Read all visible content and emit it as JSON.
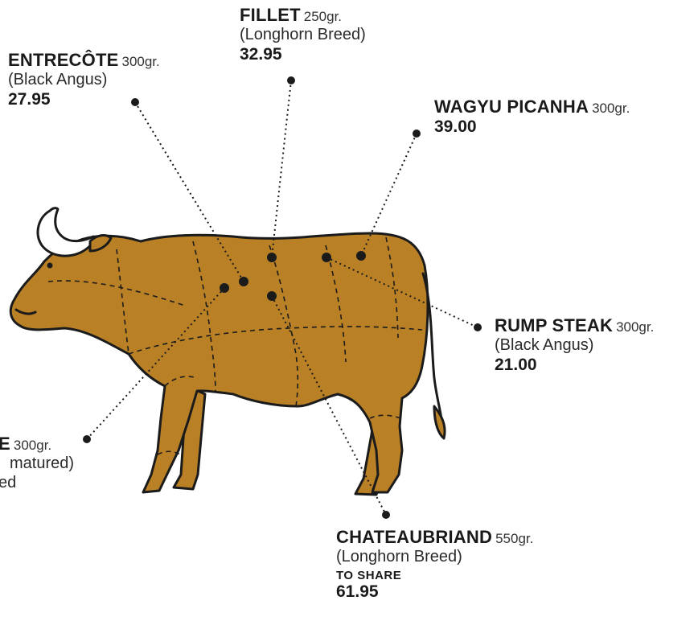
{
  "colors": {
    "hide": "#B98026",
    "outline": "#1b1b1b",
    "horn": "#ffffff"
  },
  "cuts": [
    {
      "id": "entrecote",
      "name": "ENTRECÔTE",
      "weight": "300gr.",
      "sub": "(Black Angus)",
      "price": "27.95"
    },
    {
      "id": "fillet",
      "name": "FILLET",
      "weight": "250gr.",
      "sub": "(Longhorn Breed)",
      "price": "32.95"
    },
    {
      "id": "wagyu-picanha",
      "name": "WAGYU PICANHA",
      "weight": "300gr.",
      "price": "39.00"
    },
    {
      "id": "rump-steak",
      "name": "RUMP STEAK",
      "weight": "300gr.",
      "sub": "(Black Angus)",
      "price": "21.00"
    },
    {
      "id": "partial-left",
      "name": "E",
      "weight": "300gr.",
      "sub": "matured)",
      "sub2": "ed"
    },
    {
      "id": "chateaubriand",
      "name": "CHATEAUBRIAND",
      "weight": "550gr.",
      "sub": "(Longhorn Breed)",
      "note": "TO SHARE",
      "price": "61.95"
    }
  ]
}
